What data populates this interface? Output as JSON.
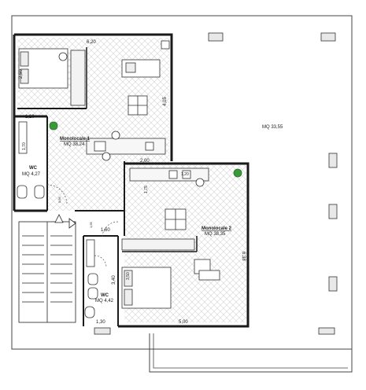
{
  "rooms": {
    "monolocale1": {
      "name": "Monolocale 1",
      "area": "MQ 38,24"
    },
    "monolocale2": {
      "name": "Monolocale 2",
      "area": "MQ 38,35"
    },
    "wc1": {
      "name": "WC",
      "area": "MQ 4,27"
    },
    "wc2": {
      "name": "WC",
      "area": "MQ 4,42"
    },
    "terrace": {
      "area": "MQ 33,55"
    }
  },
  "dimensions": {
    "top_width": "6,20",
    "bed1_side": "2,50",
    "living1_height": "4,05",
    "wc1_width": "1,20",
    "wc1_height": "1,70",
    "kitchen_width": "2,00",
    "kitchen_small": "1,20",
    "corridor_height": "1,75",
    "door_width": "1,60",
    "stair_small": "0,95",
    "apt2_height": "6,38",
    "apt2_width": "5,00",
    "wc2_width": "1,30",
    "wc2_height": "3,40",
    "bed2_side": "3,50",
    "hall_small": "1,65"
  },
  "colors": {
    "wall": "#1a1a1a",
    "accent_green": "#3a9a3a"
  }
}
